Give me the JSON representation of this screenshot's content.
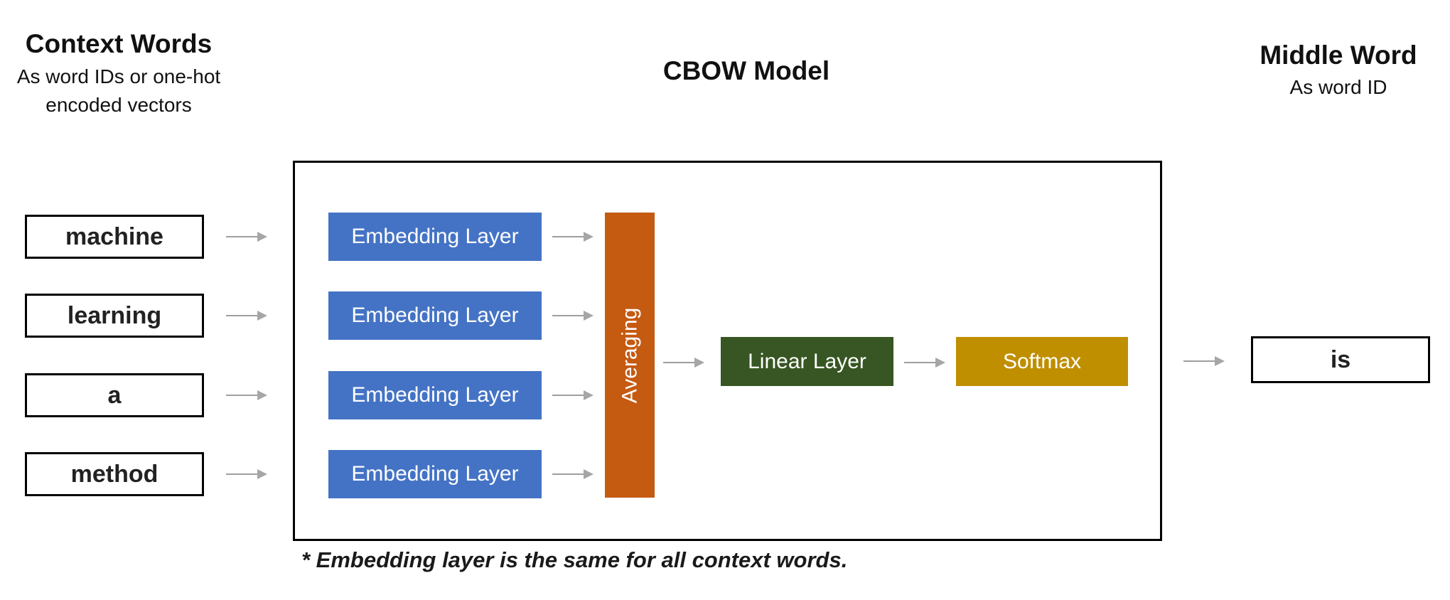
{
  "diagram": {
    "left_column": {
      "title": "Context Words",
      "subtitle_line1": "As word IDs or one-hot",
      "subtitle_line2": "encoded vectors",
      "words": [
        "machine",
        "learning",
        "a",
        "method"
      ]
    },
    "model": {
      "title": "CBOW Model",
      "embedding_label": "Embedding Layer",
      "averaging_label": "Averaging",
      "linear_label": "Linear Layer",
      "softmax_label": "Softmax"
    },
    "right_column": {
      "title": "Middle Word",
      "subtitle": "As word ID",
      "word": "is"
    },
    "footnote": "* Embedding layer is the same for all context words.",
    "colors": {
      "embedding_blue": "#4473C5",
      "averaging_orange": "#C55A11",
      "linear_green": "#375623",
      "softmax_gold": "#BF8F00",
      "arrow_gray": "#9E9E9E",
      "border_black": "#000000"
    }
  }
}
